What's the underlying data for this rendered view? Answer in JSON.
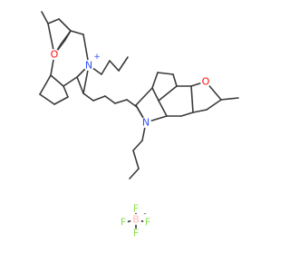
{
  "figure": {
    "kind": "chemical-structure",
    "cation": {
      "atoms": {
        "o1": "O",
        "n1": "N",
        "n1_charge": "+",
        "o2": "O",
        "n2": "N"
      }
    },
    "anion": {
      "atoms": {
        "b": "B",
        "b_charge": "-",
        "f_top": "F",
        "f_left": "F",
        "f_right": "F",
        "f_bottom": "F"
      }
    }
  },
  "colors": {
    "bond": "#3a3a3a",
    "oxygen": "#ff0d0d",
    "nitrogen": "#3050f8",
    "boron": "#ffb5b5",
    "fluorine": "#90e050",
    "background": "#ffffff"
  }
}
